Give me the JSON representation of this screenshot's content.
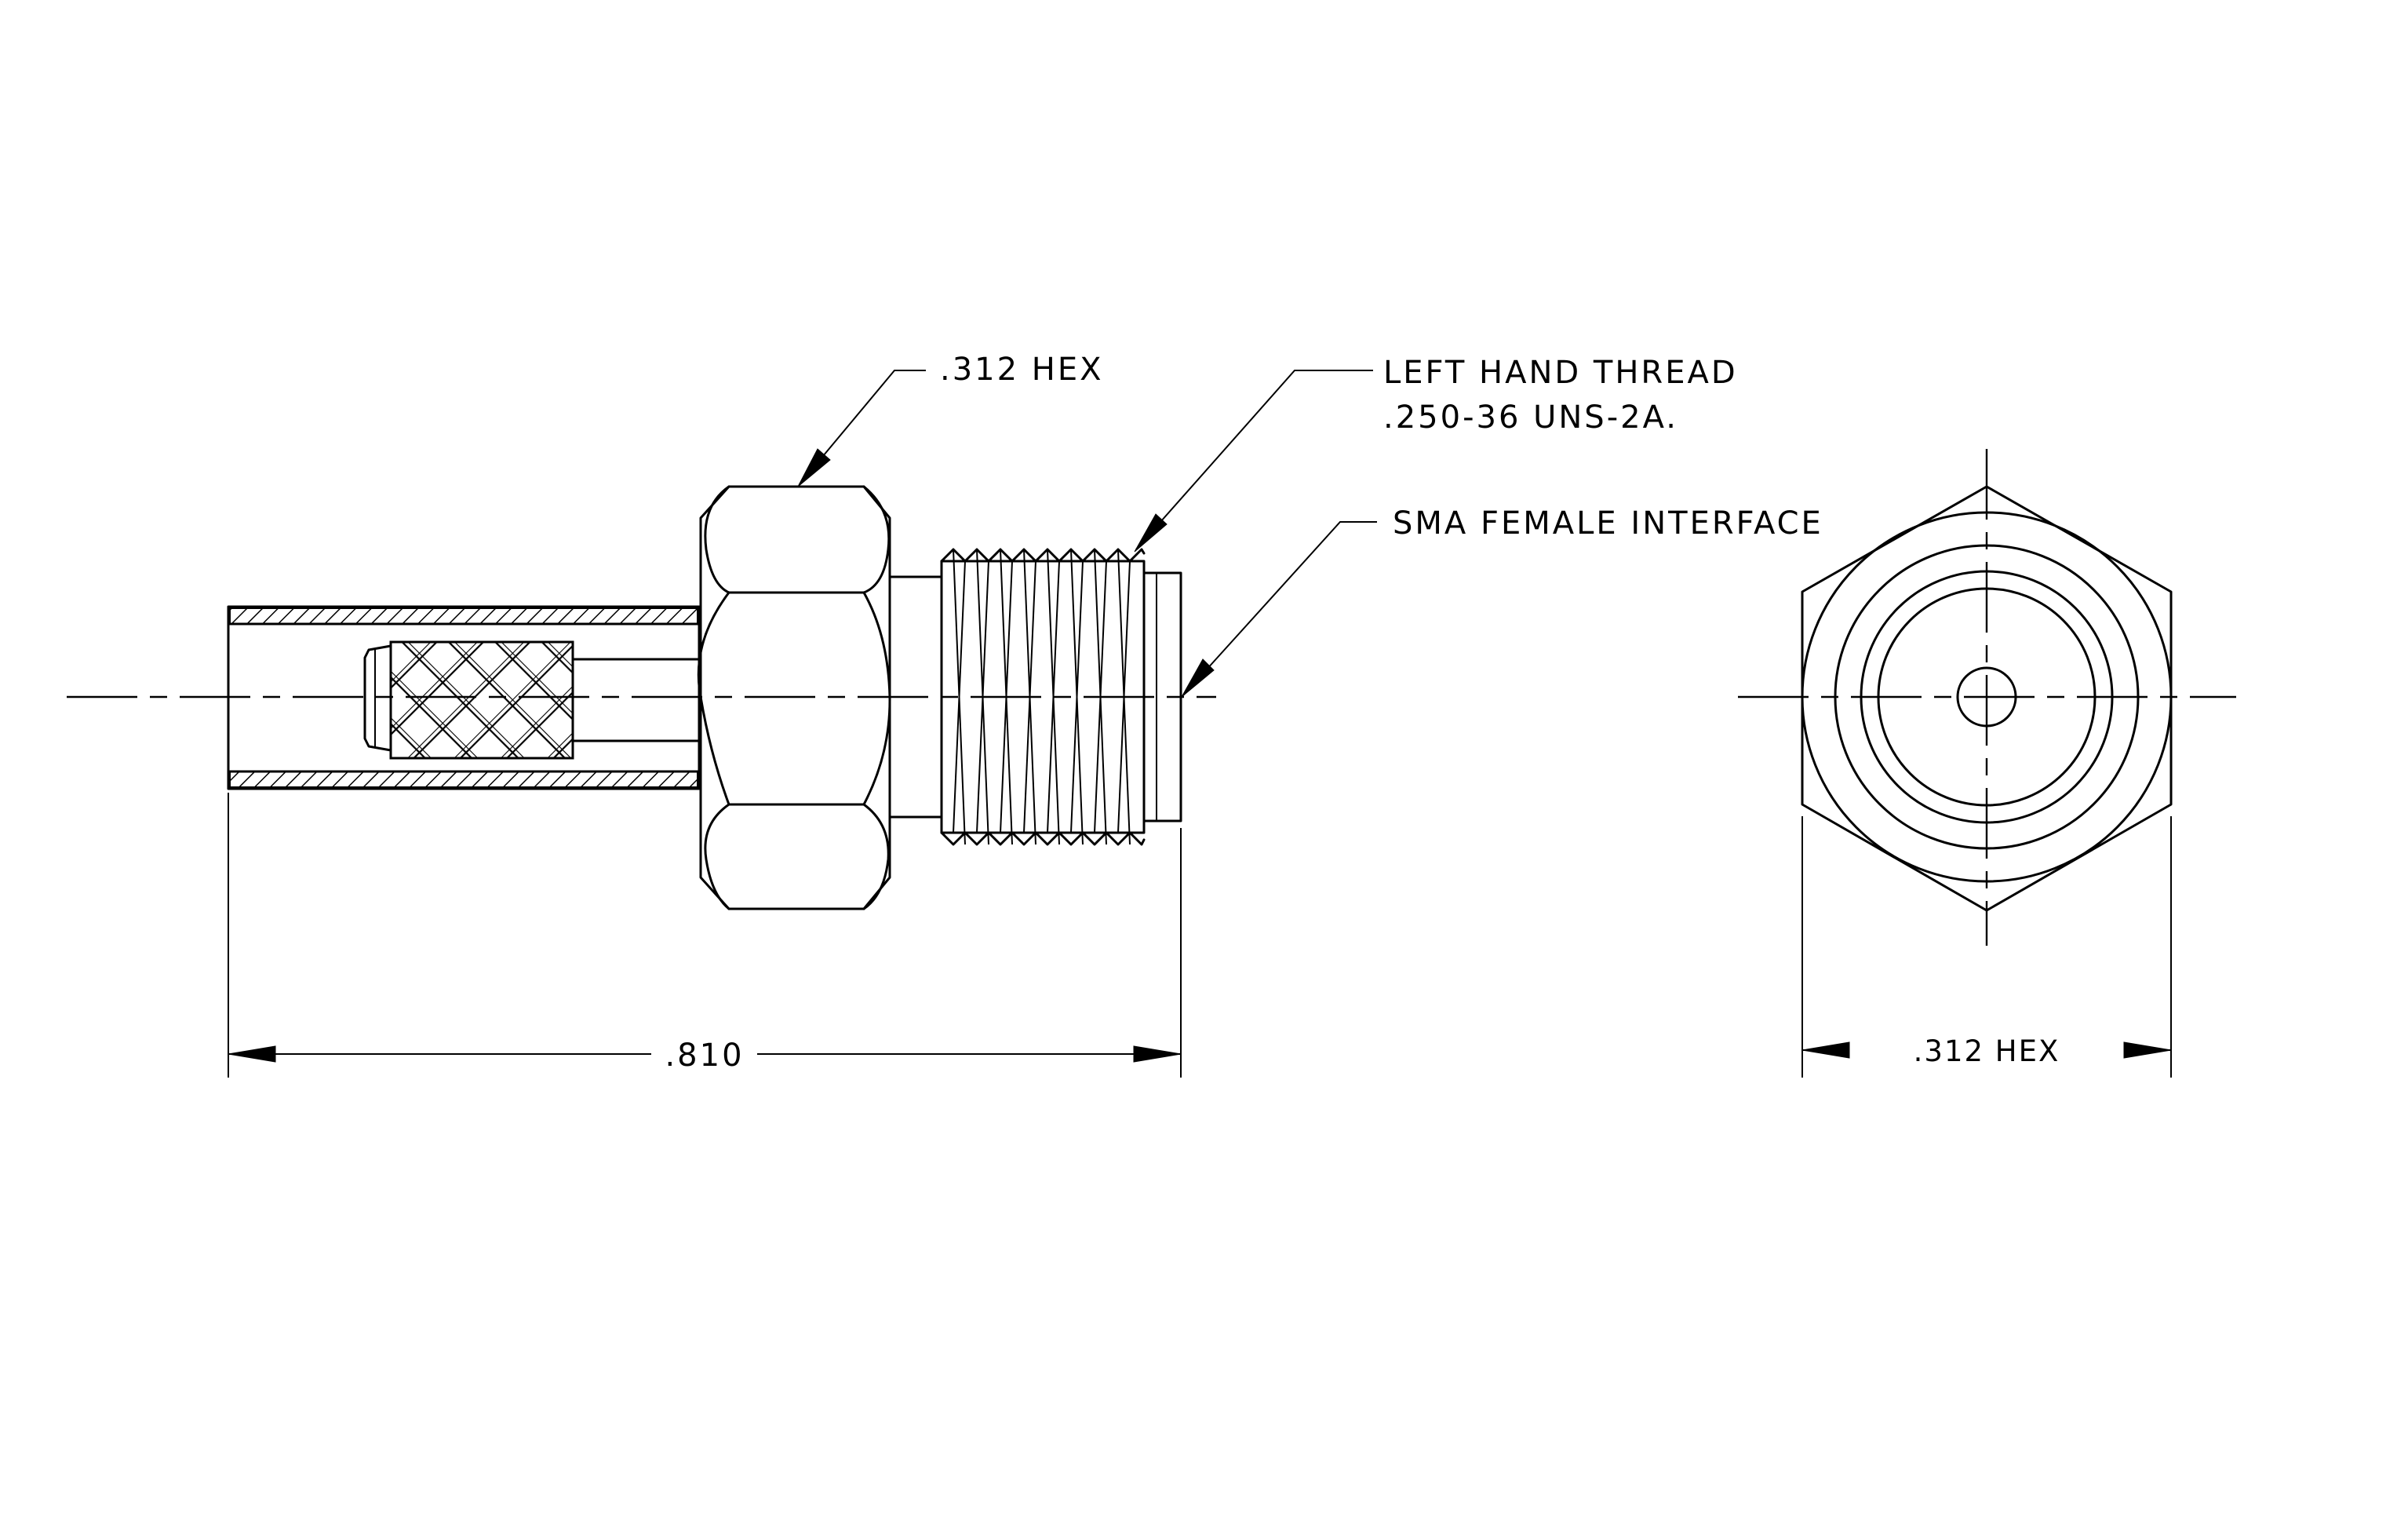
{
  "labels": {
    "hex_callout_side": ".312 HEX",
    "thread_line1": "LEFT HAND THREAD",
    "thread_line2": ".250-36 UNS-2A.",
    "interface": "SMA FEMALE INTERFACE",
    "overall_length": ".810",
    "hex_callout_end": ".312 HEX"
  },
  "colors": {
    "ink": "#000000",
    "background": "#ffffff"
  }
}
